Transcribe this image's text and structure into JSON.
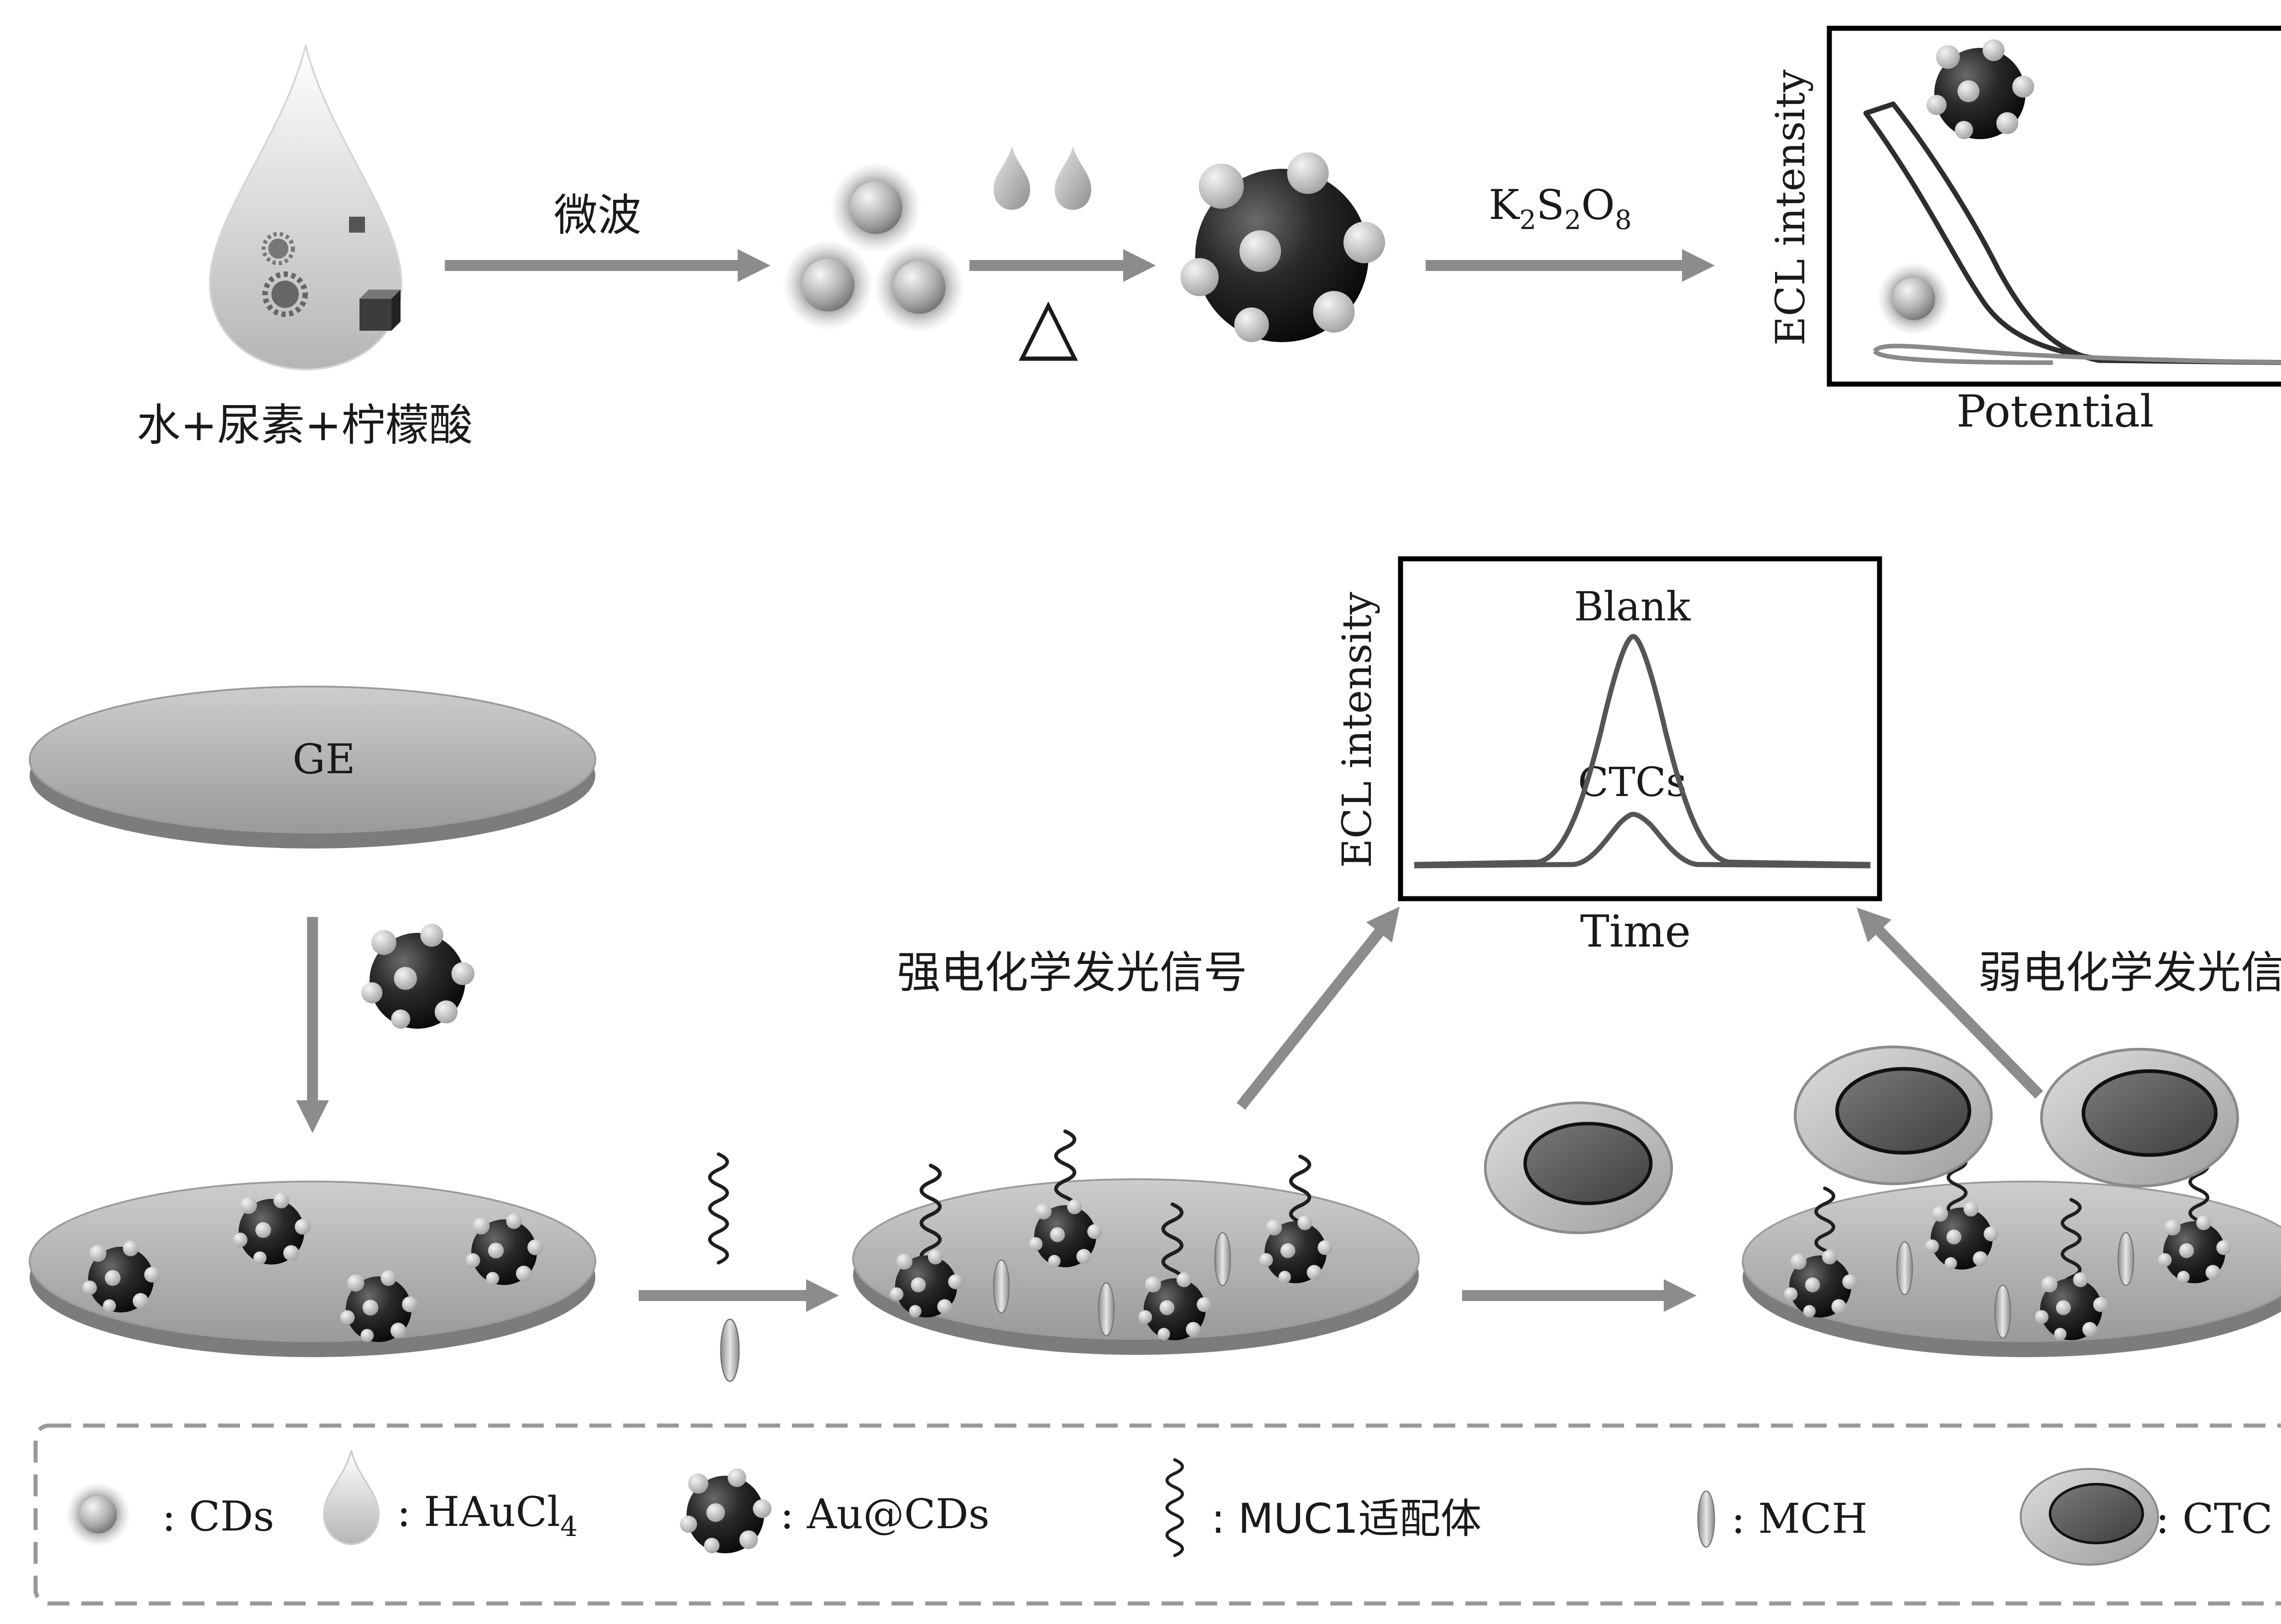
{
  "step1": {
    "solution_label": "水+尿素+柠檬酸",
    "microwave_label": "微波",
    "heat_label": "△",
    "oxidant_label_main": "K",
    "oxidant_sub1": "2",
    "oxidant_mid": "S",
    "oxidant_sub2": "2",
    "oxidant_mid2": "O",
    "oxidant_sub3": "8"
  },
  "plot_top": {
    "ylabel": "ECL intensity",
    "xlabel": "Potential"
  },
  "step2": {
    "electrode_label": "GE",
    "strong_signal_label": "强电化学发光信号",
    "weak_signal_label": "弱电化学发光信号"
  },
  "plot_bottom": {
    "ylabel": "ECL intensity",
    "xlabel": "Time",
    "blank_label": "Blank",
    "ctcs_label": "CTCs"
  },
  "legend": {
    "cds": ": CDs",
    "haucl4_main": ": HAuCl",
    "haucl4_sub": "4",
    "aucds": ": Au@CDs",
    "aptamer": ": MUC1适配体",
    "mch": ": MCH",
    "ctc": ": CTC"
  },
  "colors": {
    "arrow": "#8c8c8c",
    "electrode": "#a8a8a8",
    "sphere_dark": "#1f1f1f",
    "frame": "#000000"
  }
}
